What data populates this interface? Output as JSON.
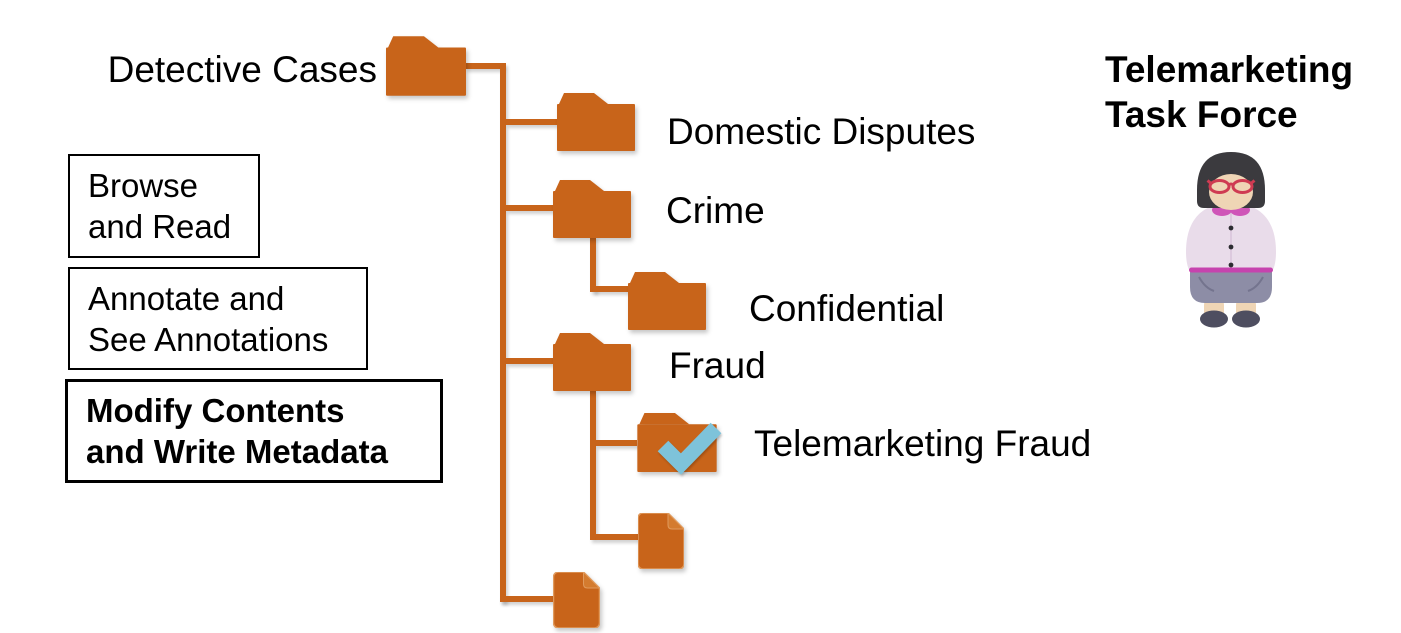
{
  "tree": {
    "root": {
      "label": "Detective Cases",
      "type": "folder"
    },
    "children": [
      {
        "label": "Domestic Disputes",
        "type": "folder"
      },
      {
        "label": "Crime",
        "type": "folder",
        "children": [
          {
            "label": "Confidential",
            "type": "folder"
          }
        ]
      },
      {
        "label": "Fraud",
        "type": "folder",
        "children": [
          {
            "label": "Telemarketing Fraud",
            "type": "folder",
            "checked": true
          },
          {
            "label": "",
            "type": "document"
          }
        ]
      },
      {
        "label": "",
        "type": "document"
      }
    ]
  },
  "legend": {
    "boxes": [
      {
        "line1": "Browse",
        "line2": "and Read",
        "emphasis": false
      },
      {
        "line1": "Annotate and",
        "line2": "See Annotations",
        "emphasis": false
      },
      {
        "line1": "Modify Contents",
        "line2": "and Write Metadata",
        "emphasis": true
      }
    ]
  },
  "persona": {
    "name_line1": "Telemarketing",
    "name_line2": "Task Force",
    "avatar": "woman-with-glasses"
  },
  "icons": {
    "folder": "folder-icon",
    "document": "document-icon",
    "check": "check-icon",
    "avatar": "person-avatar"
  },
  "colors": {
    "accent_orange": "#C8641A",
    "check_blue": "#7EC3DA",
    "text": "#000000",
    "box_border": "#000000",
    "background": "#FFFFFF",
    "avatar_hair": "#3B3A3E",
    "avatar_skin": "#EFD5B5",
    "avatar_glasses": "#CF3B52",
    "avatar_blouse": "#E9DCEA",
    "avatar_collar": "#CF55B8",
    "avatar_skirt": "#8D8DA6",
    "avatar_waistband": "#C643AE",
    "avatar_shoes": "#4E4E60"
  }
}
